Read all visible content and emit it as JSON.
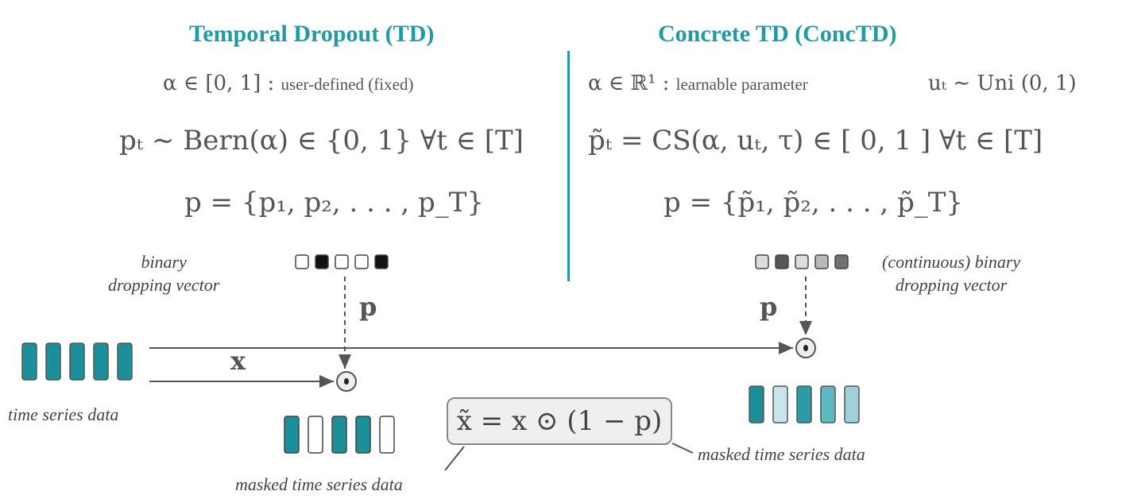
{
  "left": {
    "title": "Temporal Dropout (TD)",
    "alpha_symbol": "α ∈ [0, 1] :",
    "alpha_desc": "user-defined (fixed)",
    "p_formula": "pₜ ∼ Bern(α) ∈ {0, 1}  ∀t ∈ [T]",
    "p_vector": "p = {p₁, p₂, . . . , p_T}",
    "dropping_caption": "binary\ndropping vector",
    "x_label": "x",
    "p_label": "p",
    "input_caption": "time series data",
    "masked_caption": "masked time series data",
    "dropping_vector": [
      0,
      1,
      0,
      0,
      1
    ],
    "masked_data": [
      1,
      0,
      1,
      1,
      0
    ]
  },
  "right": {
    "title": "Concrete TD (ConcTD)",
    "alpha_symbol": "α ∈ ℝ¹ :",
    "alpha_desc": "learnable parameter",
    "u_formula": "uₜ ∼ Uni (0, 1)",
    "p_formula": "p̃ₜ = CS(α, uₜ, τ) ∈ [ 0, 1 ] ∀t ∈ [T]",
    "p_vector": "p = {p̃₁, p̃₂, . . . , p̃_T}",
    "dropping_caption": "(continuous) binary\ndropping vector",
    "p_label": "p",
    "masked_caption": "masked time series data",
    "dropping_vector": [
      0.1,
      0.85,
      0.1,
      0.3,
      0.7
    ]
  },
  "formula": "x̃ = x ⊙ (1 − p)",
  "colors": {
    "accent": "#1f9aa6",
    "teal_cell": "#1a8e99",
    "arrow": "#555555"
  }
}
